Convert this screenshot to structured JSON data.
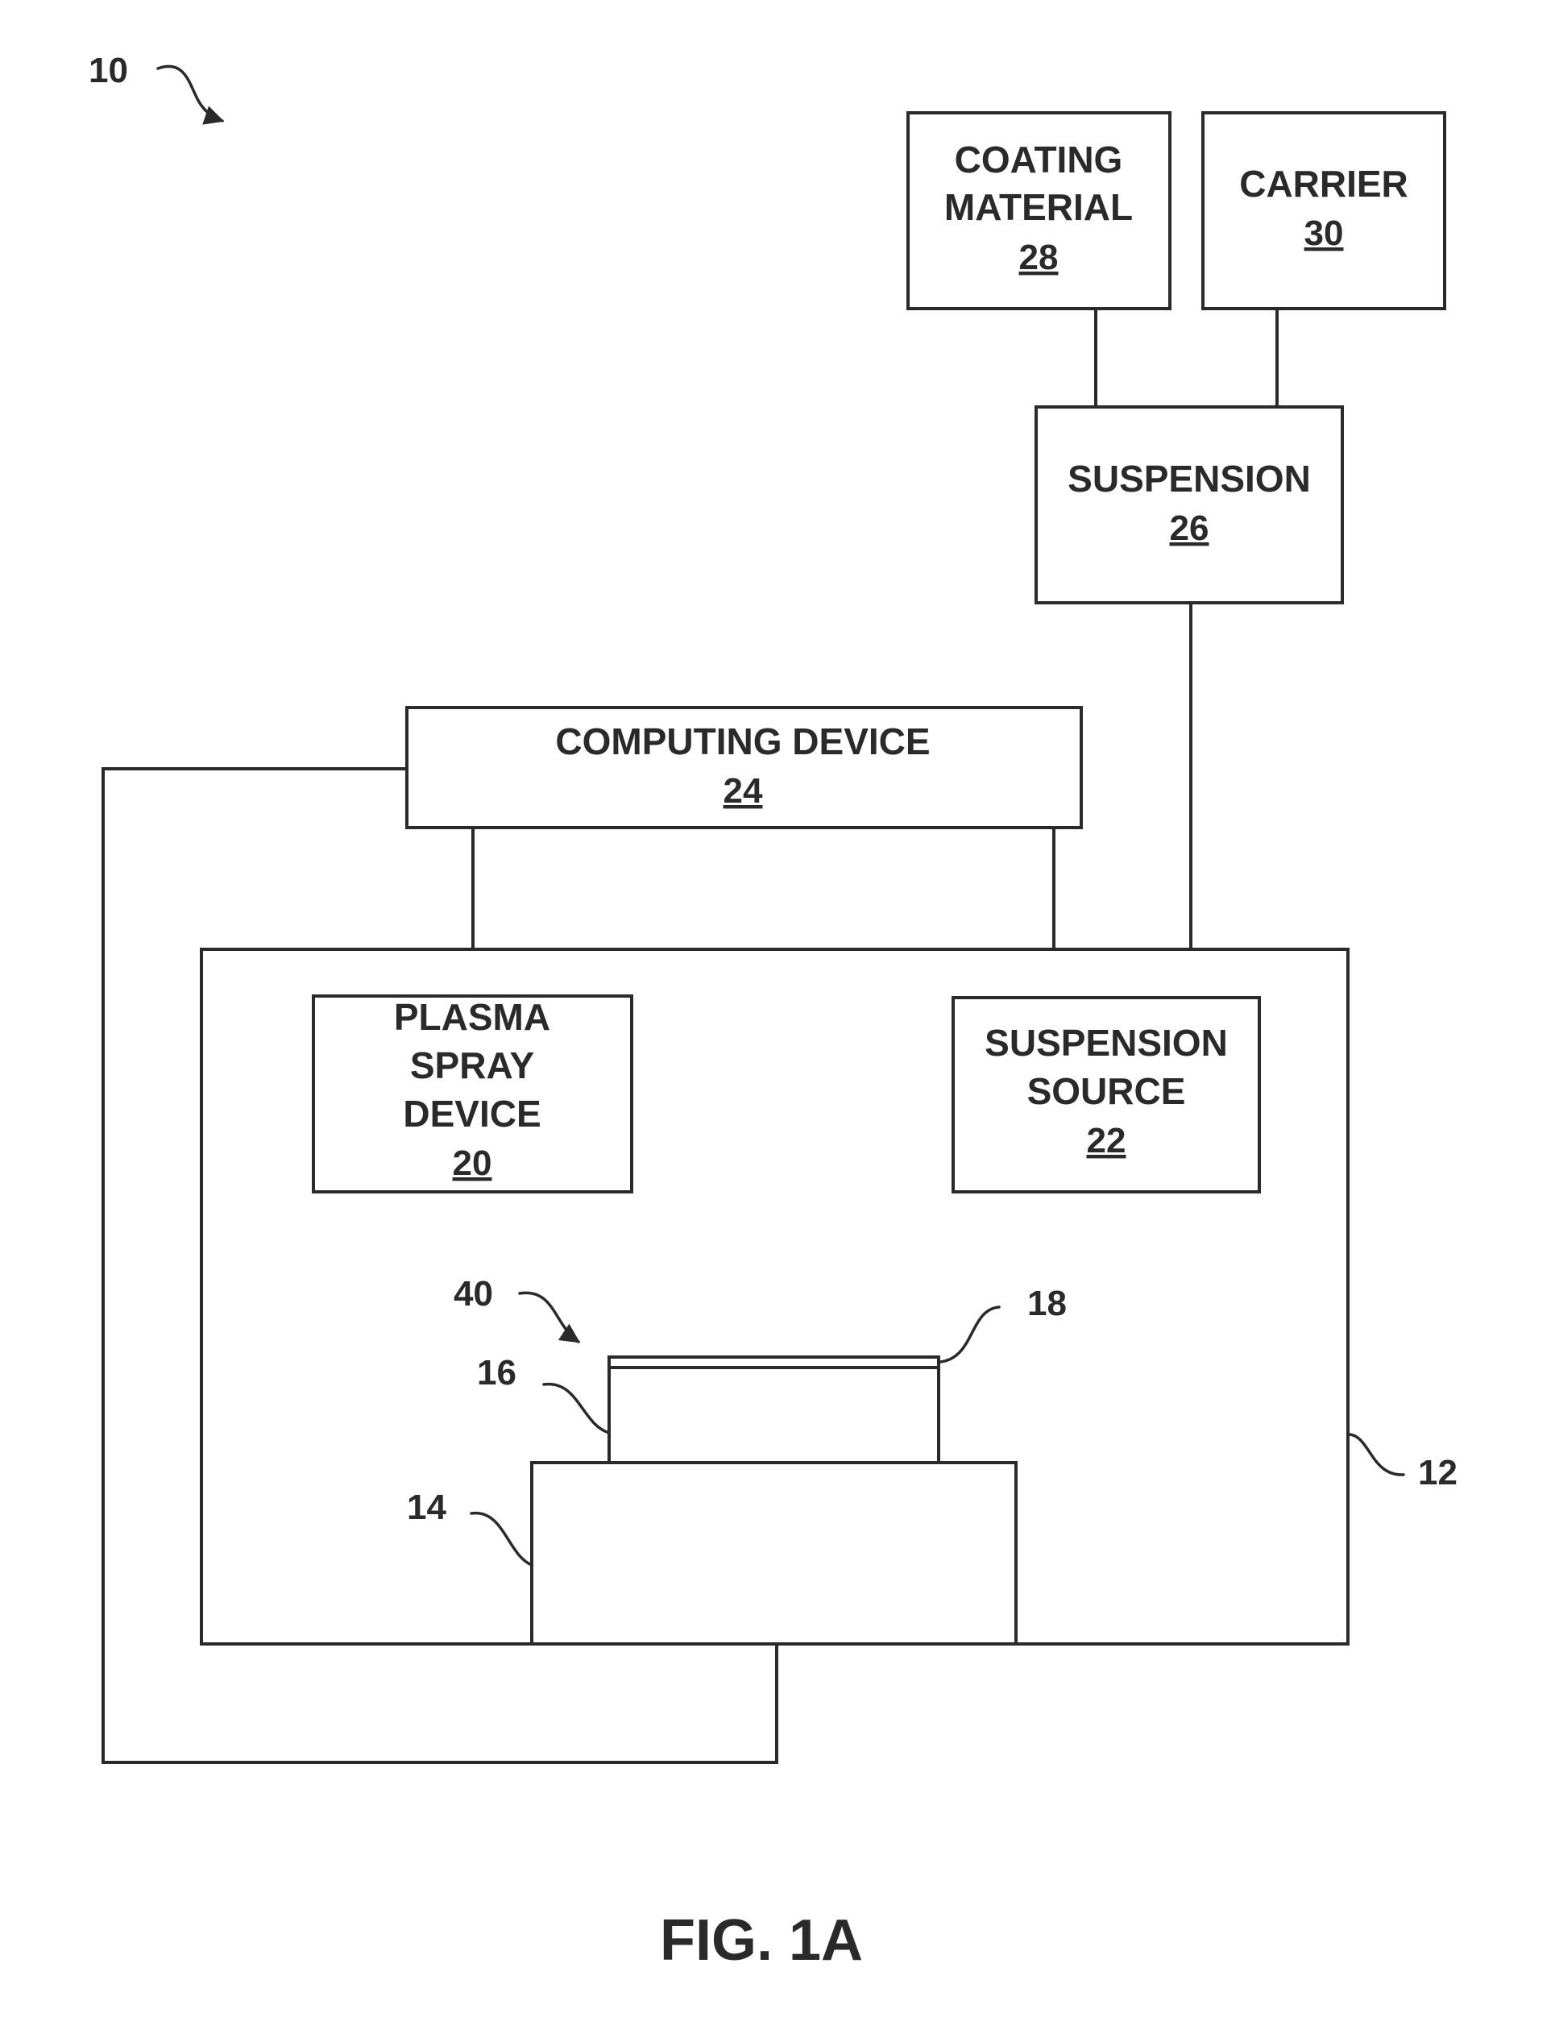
{
  "diagram_ref": "10",
  "figure_label": "FIG. 1A",
  "boxes": {
    "coating_material": {
      "lines": [
        "COATING",
        "MATERIAL"
      ],
      "ref": "28"
    },
    "carrier": {
      "lines": [
        "CARRIER"
      ],
      "ref": "30"
    },
    "suspension": {
      "lines": [
        "SUSPENSION"
      ],
      "ref": "26"
    },
    "computing_device": {
      "lines": [
        "COMPUTING DEVICE"
      ],
      "ref": "24"
    },
    "plasma_spray_device": {
      "lines": [
        "PLASMA",
        "SPRAY",
        "DEVICE"
      ],
      "ref": "20"
    },
    "suspension_source": {
      "lines": [
        "SUSPENSION",
        "SOURCE"
      ],
      "ref": "22"
    }
  },
  "callouts": {
    "enclosure": "12",
    "stage": "14",
    "substrate": "16",
    "coating_layer": "18",
    "article": "40"
  }
}
